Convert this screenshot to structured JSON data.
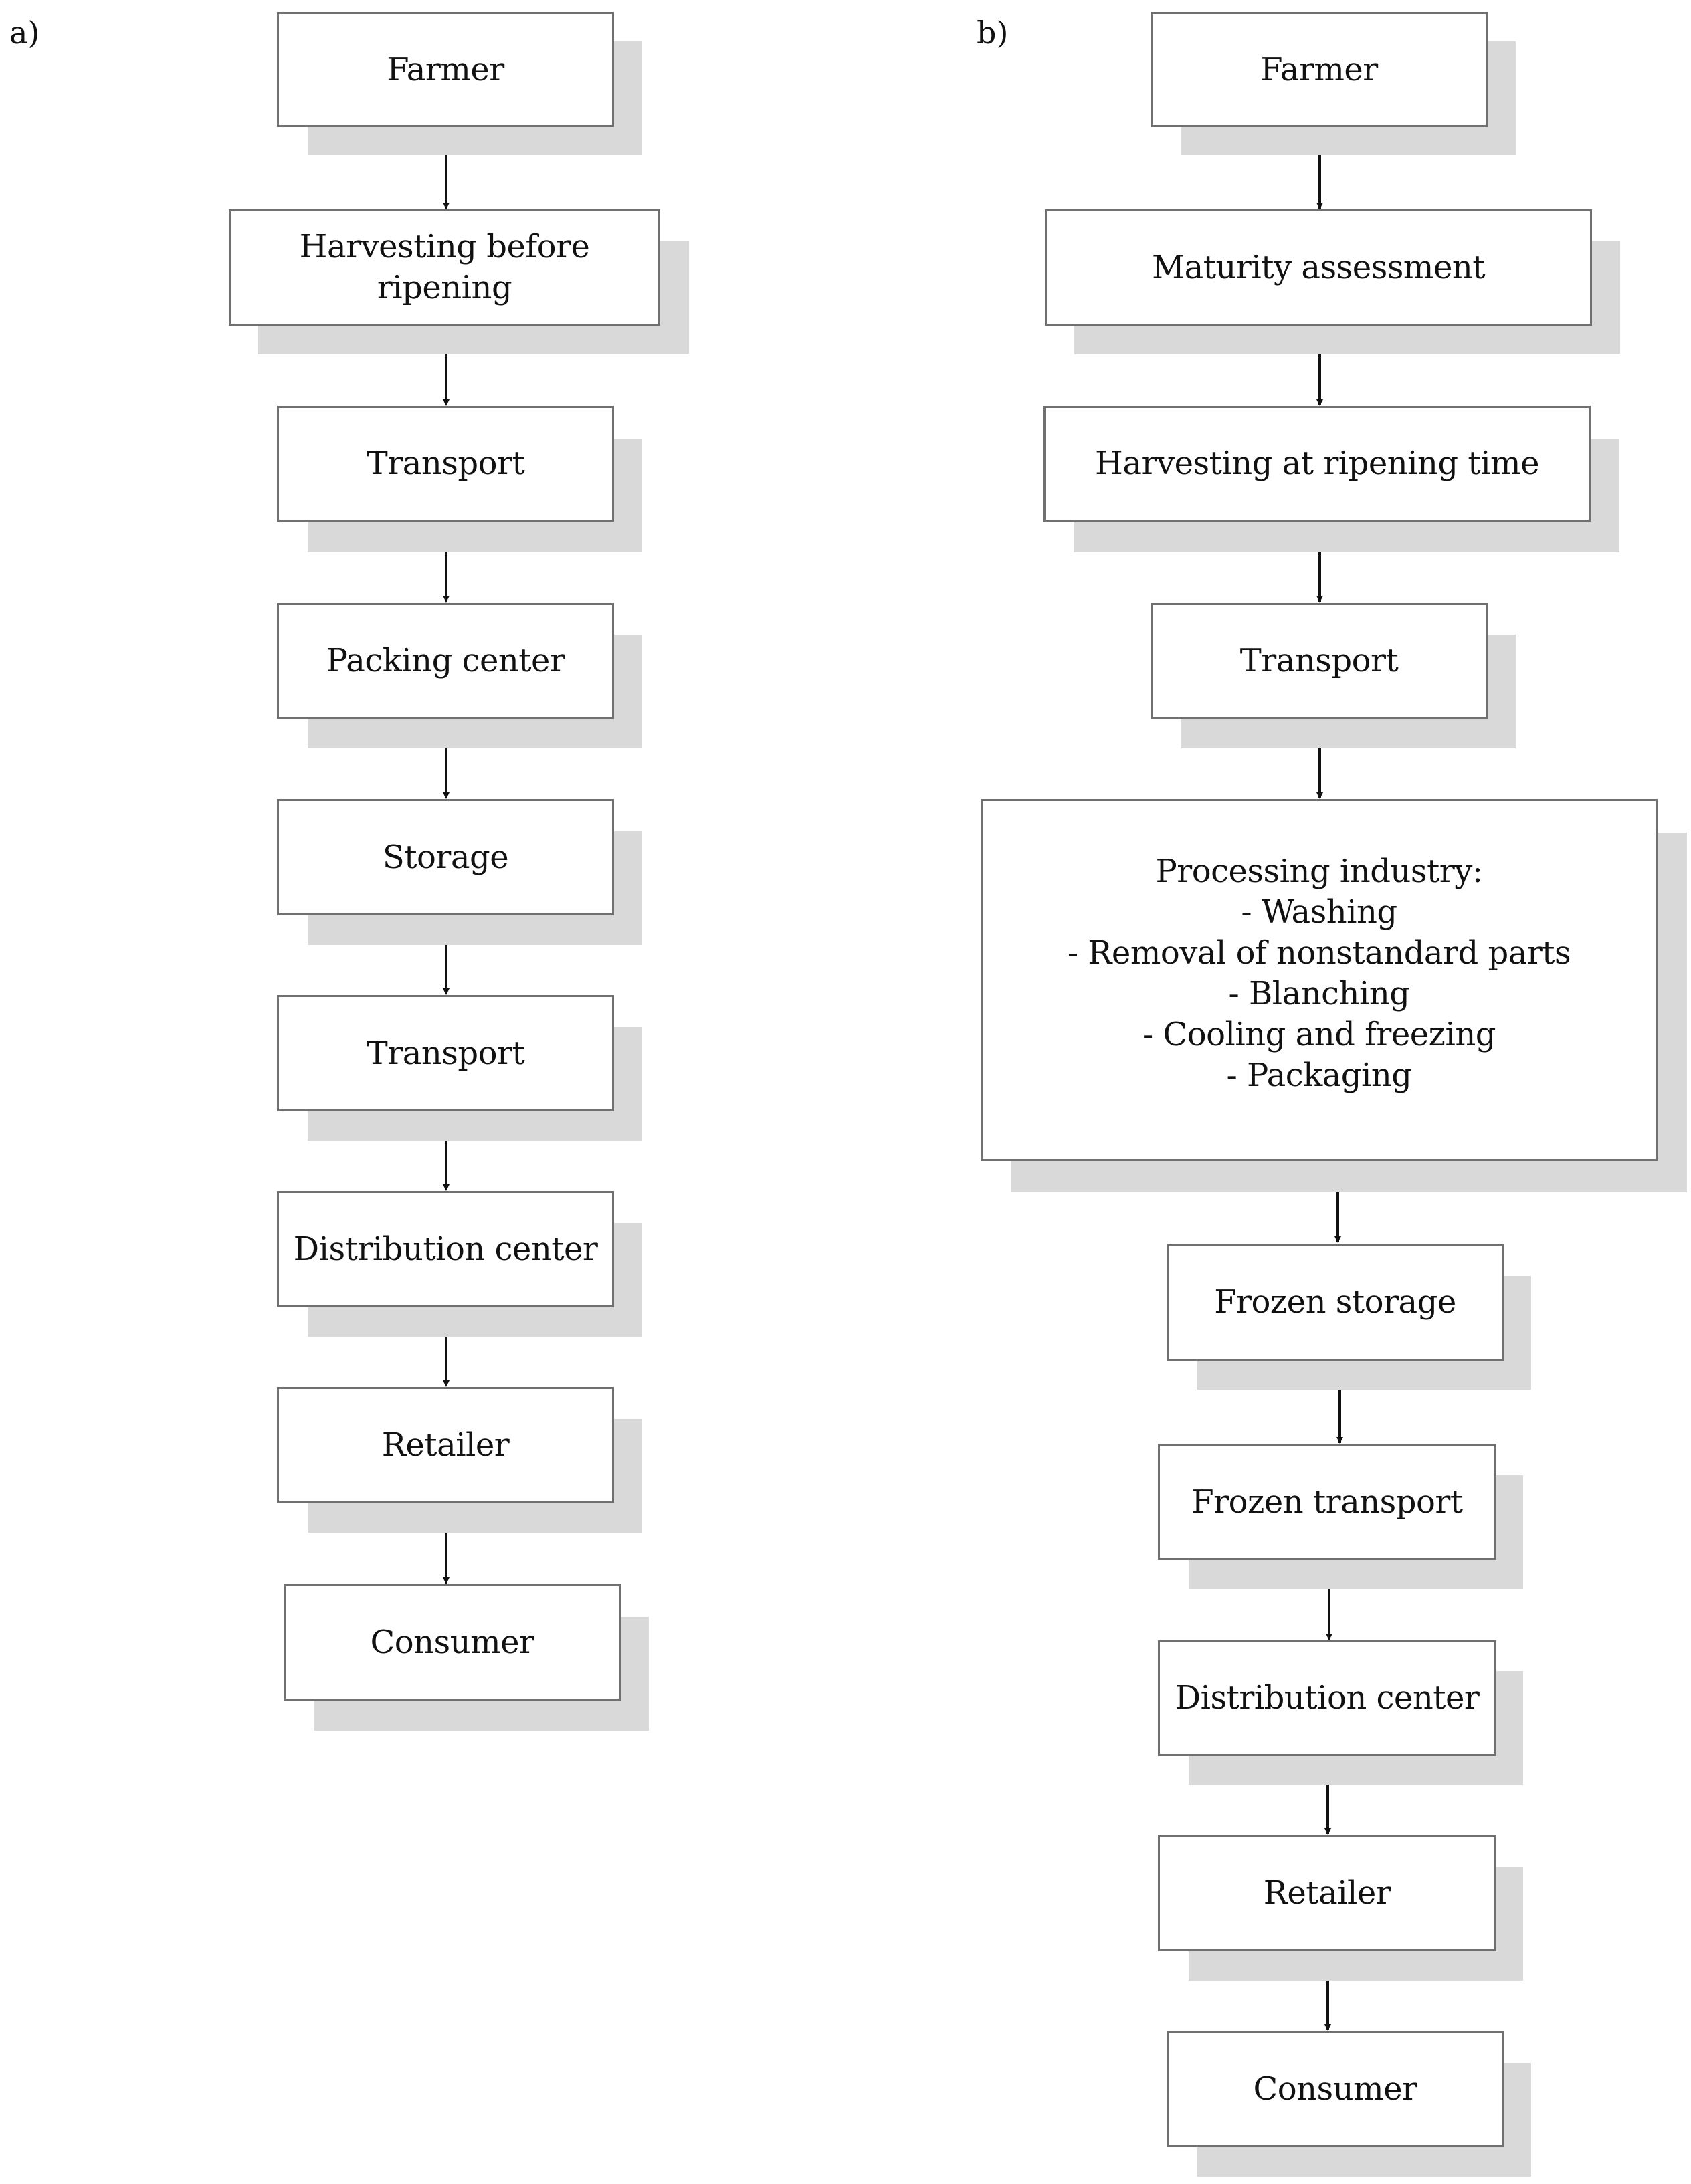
{
  "panels": {
    "a": {
      "label": "a)",
      "steps": [
        "Farmer",
        "Harvesting before ripening",
        "Transport",
        "Packing center",
        "Storage",
        "Transport",
        "Distribution center",
        "Retailer",
        "Consumer"
      ]
    },
    "b": {
      "label": "b)",
      "steps": [
        "Farmer",
        "Maturity assessment",
        "Harvesting at ripening time",
        "Transport",
        "Processing industry:",
        "Frozen storage",
        "Frozen transport",
        "Distribution center",
        "Retailer",
        "Consumer"
      ],
      "processing_substeps": [
        "- Washing",
        "- Removal of nonstandard parts",
        "- Blanching",
        "- Cooling and freezing",
        "- Packaging"
      ]
    }
  }
}
